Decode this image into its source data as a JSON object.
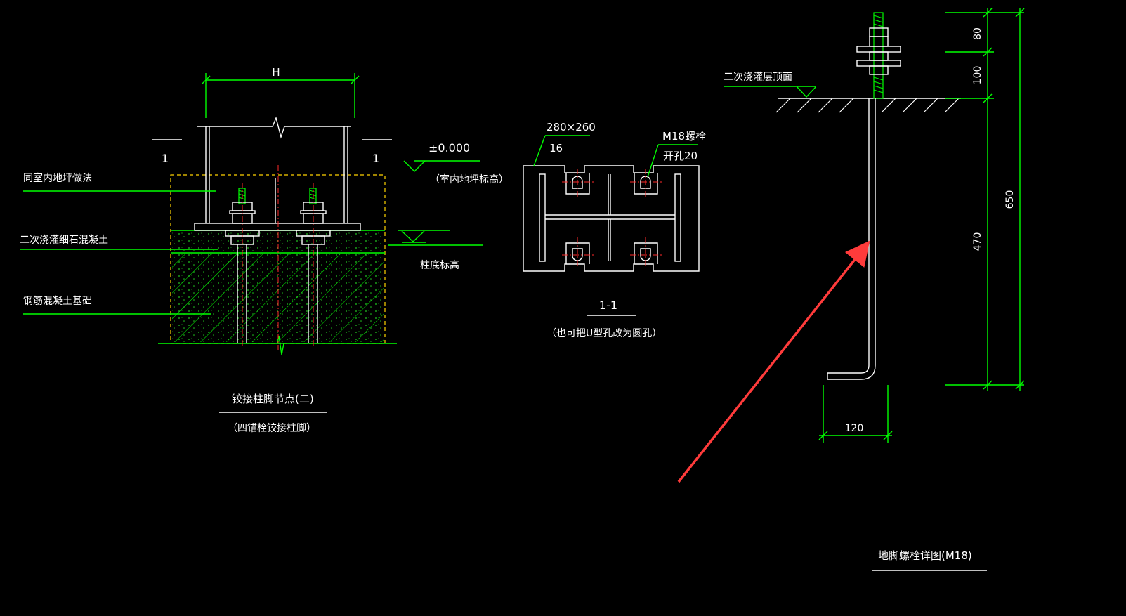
{
  "left_detail": {
    "dim_h": "H",
    "section_mark_left": "1",
    "section_mark_right": "1",
    "label_floor": "同室内地坪做法",
    "label_grout": "二次浇灌细石混凝土",
    "label_foundation": "钢筋混凝土基础",
    "elevation_value": "±0.000",
    "elevation_note": "（室内地坪标高）",
    "column_base_elev": "柱底标高",
    "title": "铰接柱脚节点(二)",
    "subtitle": "（四锚栓铰接柱脚）"
  },
  "section_view": {
    "plate_size": "280×260",
    "plate_thickness": "16",
    "bolt_label": "M18螺栓",
    "hole_label": "开孔20",
    "title": "1-1",
    "note": "（也可把U型孔改为圆孔）"
  },
  "bolt_detail": {
    "top_surface_label": "二次浇灌层顶面",
    "dim_80": "80",
    "dim_100": "100",
    "dim_650": "650",
    "dim_470": "470",
    "dim_120": "120",
    "title": "地脚螺栓详图(M18)"
  },
  "annotation": {
    "arrow_color": "#ff3b3b"
  },
  "colors": {
    "background": "#000000",
    "line": "#00ff00",
    "text": "#ffffff",
    "center": "#ff2a2a",
    "edge": "#ffd400"
  }
}
